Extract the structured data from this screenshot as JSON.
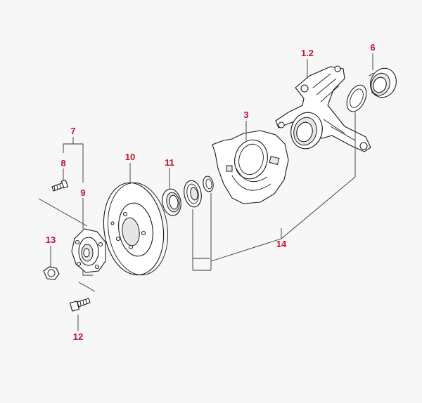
{
  "diagram": {
    "label_color": "#c8102e",
    "line_color": "#1a1a1a",
    "callouts": {
      "knuckle": "1.2",
      "outer_bearing": "6",
      "dust_shield": "3",
      "disc": "10",
      "oil_seal": "11",
      "kit_group": "7",
      "stud": "8",
      "hub": "9",
      "hub_nut": "13",
      "bolt": "12",
      "bearing_kit": "14"
    }
  }
}
